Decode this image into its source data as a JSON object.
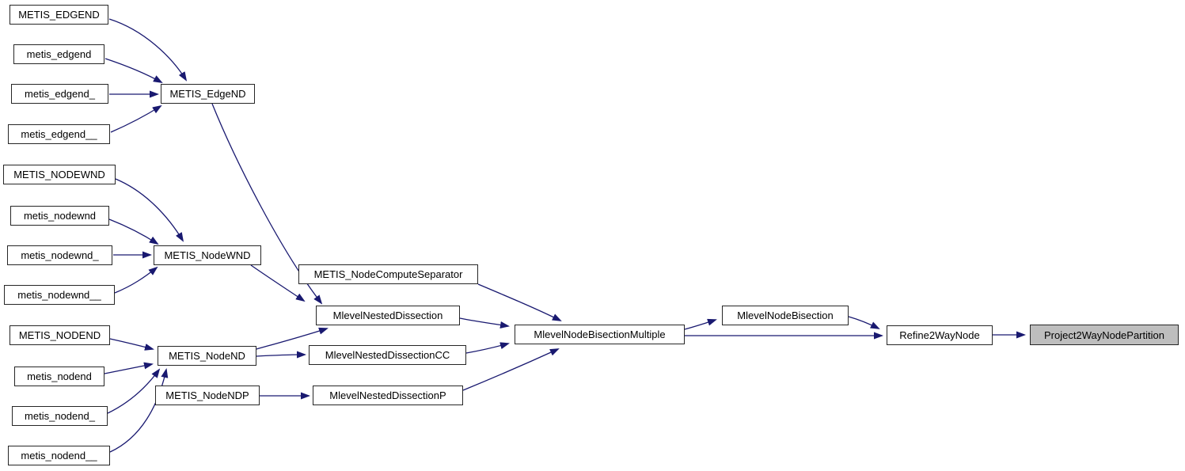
{
  "diagram": {
    "type": "doxygen-call-graph",
    "colors": {
      "edge": "#191970",
      "nodefill": "#ffffff",
      "nodeborder": "#262626",
      "highlight": "#bebebe",
      "text": "#000000",
      "background": "#ffffff"
    },
    "nodes": [
      {
        "id": "metis-edgend-caps",
        "label": "METIS_EDGEND"
      },
      {
        "id": "metis-edgend",
        "label": "metis_edgend"
      },
      {
        "id": "metis-edgend-u1",
        "label": "metis_edgend_"
      },
      {
        "id": "metis-edgend-u2",
        "label": "metis_edgend__"
      },
      {
        "id": "metis-nodewnd-caps",
        "label": "METIS_NODEWND"
      },
      {
        "id": "metis-nodewnd",
        "label": "metis_nodewnd"
      },
      {
        "id": "metis-nodewnd-u1",
        "label": "metis_nodewnd_"
      },
      {
        "id": "metis-nodewnd-u2",
        "label": "metis_nodewnd__"
      },
      {
        "id": "metis-nodend-caps",
        "label": "METIS_NODEND"
      },
      {
        "id": "metis-nodend",
        "label": "metis_nodend"
      },
      {
        "id": "metis-nodend-u1",
        "label": "metis_nodend_"
      },
      {
        "id": "metis-nodend-u2",
        "label": "metis_nodend__"
      },
      {
        "id": "metis-edge-nd",
        "label": "METIS_EdgeND"
      },
      {
        "id": "metis-node-wnd",
        "label": "METIS_NodeWND"
      },
      {
        "id": "metis-node-nd",
        "label": "METIS_NodeND"
      },
      {
        "id": "metis-node-ndp",
        "label": "METIS_NodeNDP"
      },
      {
        "id": "metis-node-compute-separator",
        "label": "METIS_NodeComputeSeparator"
      },
      {
        "id": "mlevel-nested-dissection",
        "label": "MlevelNestedDissection"
      },
      {
        "id": "mlevel-nested-dissection-cc",
        "label": "MlevelNestedDissectionCC"
      },
      {
        "id": "mlevel-nested-dissection-p",
        "label": "MlevelNestedDissectionP"
      },
      {
        "id": "mlevel-node-bisection-multiple",
        "label": "MlevelNodeBisectionMultiple"
      },
      {
        "id": "mlevel-node-bisection",
        "label": "MlevelNodeBisection"
      },
      {
        "id": "refine-2way-node",
        "label": "Refine2WayNode"
      },
      {
        "id": "project-2way-node-partition",
        "label": "Project2WayNodePartition"
      }
    ],
    "edges": [
      {
        "from": "METIS_EDGEND",
        "to": "METIS_EdgeND"
      },
      {
        "from": "metis_edgend",
        "to": "METIS_EdgeND"
      },
      {
        "from": "metis_edgend_",
        "to": "METIS_EdgeND"
      },
      {
        "from": "metis_edgend__",
        "to": "METIS_EdgeND"
      },
      {
        "from": "METIS_EdgeND",
        "to": "MlevelNestedDissection"
      },
      {
        "from": "METIS_NODEWND",
        "to": "METIS_NodeWND"
      },
      {
        "from": "metis_nodewnd",
        "to": "METIS_NodeWND"
      },
      {
        "from": "metis_nodewnd_",
        "to": "METIS_NodeWND"
      },
      {
        "from": "metis_nodewnd__",
        "to": "METIS_NodeWND"
      },
      {
        "from": "METIS_NodeWND",
        "to": "MlevelNestedDissection"
      },
      {
        "from": "METIS_NODEND",
        "to": "METIS_NodeND"
      },
      {
        "from": "metis_nodend",
        "to": "METIS_NodeND"
      },
      {
        "from": "metis_nodend_",
        "to": "METIS_NodeND"
      },
      {
        "from": "metis_nodend__",
        "to": "METIS_NodeND"
      },
      {
        "from": "METIS_NodeND",
        "to": "MlevelNestedDissection"
      },
      {
        "from": "METIS_NodeND",
        "to": "MlevelNestedDissectionCC"
      },
      {
        "from": "METIS_NodeNDP",
        "to": "MlevelNestedDissectionP"
      },
      {
        "from": "METIS_NodeComputeSeparator",
        "to": "MlevelNodeBisectionMultiple"
      },
      {
        "from": "MlevelNestedDissection",
        "to": "MlevelNodeBisectionMultiple"
      },
      {
        "from": "MlevelNestedDissectionCC",
        "to": "MlevelNodeBisectionMultiple"
      },
      {
        "from": "MlevelNestedDissectionP",
        "to": "MlevelNodeBisectionMultiple"
      },
      {
        "from": "MlevelNodeBisectionMultiple",
        "to": "MlevelNodeBisection"
      },
      {
        "from": "MlevelNodeBisectionMultiple",
        "to": "Refine2WayNode"
      },
      {
        "from": "MlevelNodeBisection",
        "to": "Refine2WayNode"
      },
      {
        "from": "Refine2WayNode",
        "to": "Project2WayNodePartition"
      }
    ]
  }
}
